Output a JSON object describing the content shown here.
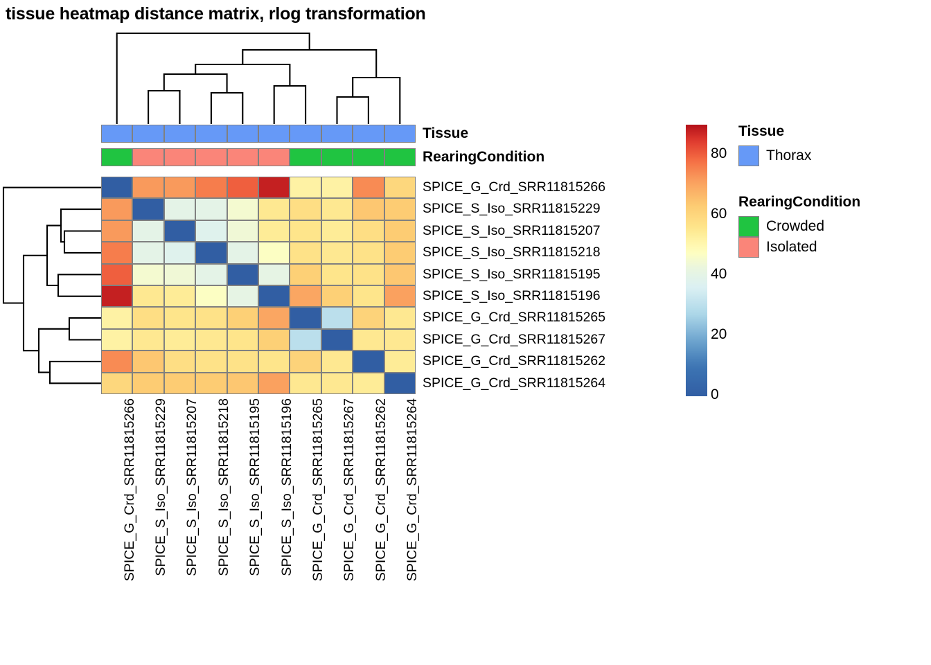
{
  "title": "tissue heatmap distance matrix, rlog transformation",
  "chart_data": {
    "type": "heatmap",
    "title": "tissue heatmap distance matrix, rlog transformation",
    "xlabel": "",
    "ylabel": "",
    "colormap": "RdYlBu-reversed",
    "zlim": [
      0,
      90
    ],
    "colorbar_ticks": [
      "0",
      "20",
      "40",
      "60",
      "80"
    ],
    "colorbar_tick_values": [
      0,
      20,
      40,
      60,
      80
    ],
    "grid": true,
    "legend_position": "right",
    "row_labels": [
      "SPICE_G_Crd_SRR11815266",
      "SPICE_S_Iso_SRR11815229",
      "SPICE_S_Iso_SRR11815207",
      "SPICE_S_Iso_SRR11815218",
      "SPICE_S_Iso_SRR11815195",
      "SPICE_S_Iso_SRR11815196",
      "SPICE_G_Crd_SRR11815265",
      "SPICE_G_Crd_SRR11815267",
      "SPICE_G_Crd_SRR11815262",
      "SPICE_G_Crd_SRR11815264"
    ],
    "column_labels": [
      "SPICE_G_Crd_SRR11815266",
      "SPICE_S_Iso_SRR11815229",
      "SPICE_S_Iso_SRR11815207",
      "SPICE_S_Iso_SRR11815218",
      "SPICE_S_Iso_SRR11815195",
      "SPICE_S_Iso_SRR11815196",
      "SPICE_G_Crd_SRR11815265",
      "SPICE_G_Crd_SRR11815267",
      "SPICE_G_Crd_SRR11815262",
      "SPICE_G_Crd_SRR11815264"
    ],
    "values": [
      [
        0,
        72,
        72,
        76,
        80,
        88,
        52,
        52,
        74,
        60
      ],
      [
        72,
        0,
        40,
        40,
        45,
        55,
        58,
        55,
        64,
        63
      ],
      [
        72,
        40,
        0,
        38,
        44,
        54,
        56,
        54,
        58,
        63
      ],
      [
        76,
        40,
        38,
        0,
        40,
        47,
        57,
        55,
        57,
        63
      ],
      [
        80,
        45,
        44,
        40,
        0,
        41,
        62,
        56,
        57,
        64
      ],
      [
        88,
        55,
        54,
        47,
        41,
        0,
        70,
        62,
        56,
        71
      ],
      [
        52,
        58,
        56,
        57,
        62,
        70,
        0,
        30,
        61,
        55
      ],
      [
        52,
        55,
        54,
        55,
        56,
        62,
        30,
        0,
        55,
        55
      ],
      [
        74,
        64,
        58,
        57,
        57,
        56,
        61,
        55,
        0,
        54
      ],
      [
        60,
        63,
        63,
        63,
        64,
        71,
        55,
        55,
        54,
        0
      ]
    ]
  },
  "annotations": {
    "tissue": {
      "label": "Tissue",
      "values": [
        "Thorax",
        "Thorax",
        "Thorax",
        "Thorax",
        "Thorax",
        "Thorax",
        "Thorax",
        "Thorax",
        "Thorax",
        "Thorax"
      ]
    },
    "rearing_condition": {
      "label": "RearingCondition",
      "values": [
        "Crowded",
        "Isolated",
        "Isolated",
        "Isolated",
        "Isolated",
        "Isolated",
        "Crowded",
        "Crowded",
        "Crowded",
        "Crowded"
      ]
    }
  },
  "legends": {
    "tissue": {
      "title": "Tissue",
      "items": [
        {
          "label": "Thorax",
          "color": "#6699F7"
        }
      ]
    },
    "rearing_condition": {
      "title": "RearingCondition",
      "items": [
        {
          "label": "Crowded",
          "color": "#20C441"
        },
        {
          "label": "Isolated",
          "color": "#FA8579"
        }
      ]
    }
  },
  "colors": {
    "thorax": "#6699F7",
    "crowded": "#20C441",
    "isolated": "#FA8579",
    "cell_border": "#808080",
    "dendrogram": "#000000",
    "scale_low": "#3B5FA8",
    "scale_mid": "#FFFFBF",
    "scale_high": "#C61A1D"
  }
}
